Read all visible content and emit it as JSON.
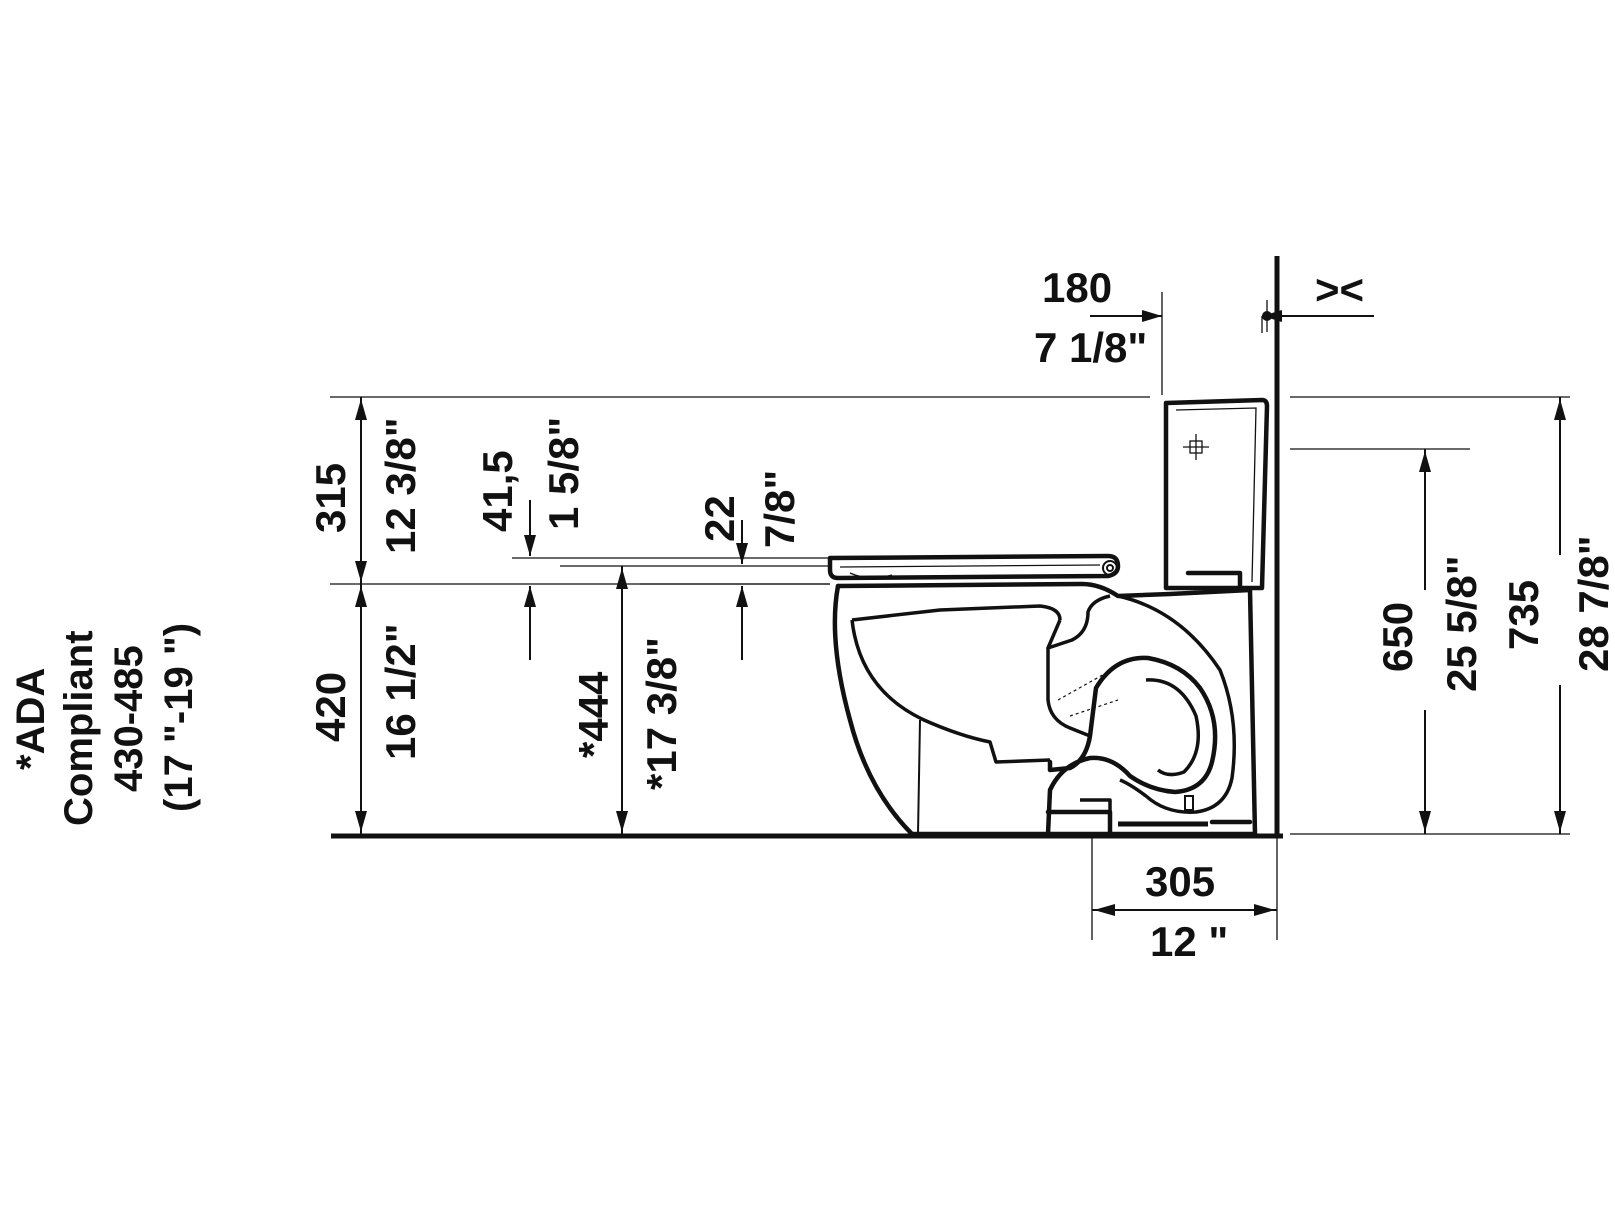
{
  "ada_note": {
    "line1": "*ADA",
    "line2": "Compliant",
    "line3": "430-485",
    "line4": "(17 \"-19 \")"
  },
  "dimensions": {
    "tank_offset_mm": "180",
    "tank_offset_in": "7 1/8\"",
    "wall_gap_symbol": "><",
    "tank_height_mm": "315",
    "tank_height_in": "12 3/8\"",
    "seat_thickness_mm": "41,5",
    "seat_thickness_in": "1 5/8\"",
    "rim_gap_mm": "22",
    "rim_gap_in": "7/8\"",
    "rim_height_mm": "420",
    "rim_height_in": "16 1/2\"",
    "seat_height_mm": "*444",
    "seat_height_in": "*17 3/8\"",
    "rough_in_mm": "305",
    "rough_in_in": "12 \"",
    "lever_height_mm": "650",
    "lever_height_in": "25 5/8\"",
    "total_height_mm": "735",
    "total_height_in": "28 7/8\""
  }
}
